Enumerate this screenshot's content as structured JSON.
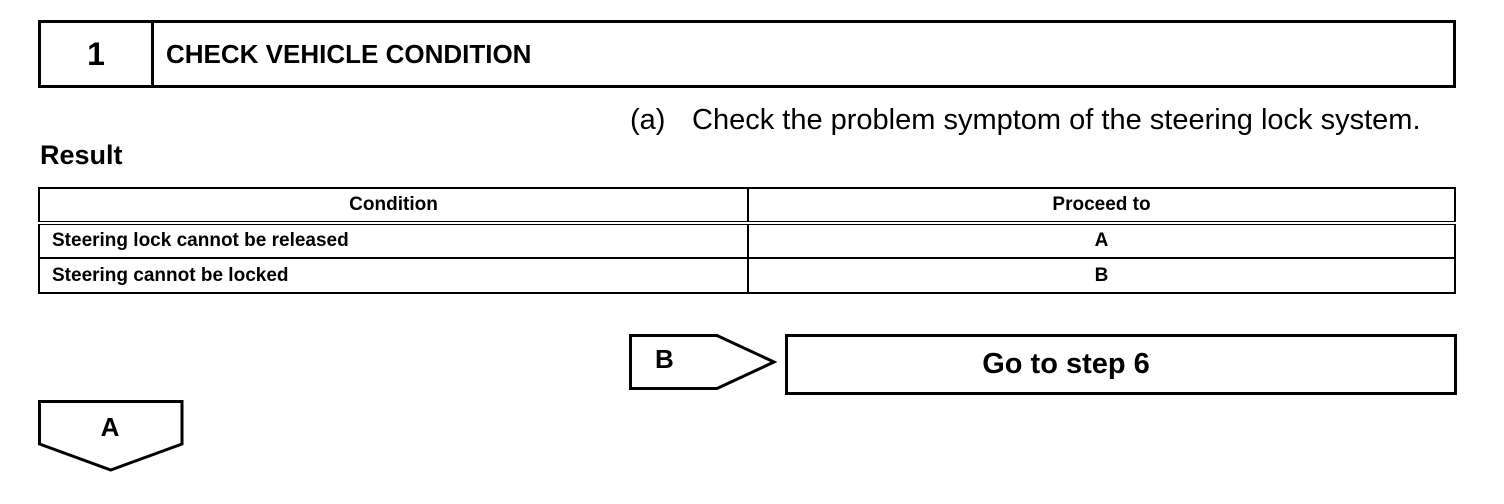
{
  "step": {
    "number": "1",
    "title": "CHECK VEHICLE CONDITION"
  },
  "instruction": {
    "marker": "(a)",
    "text": "Check the problem symptom of the steering lock system."
  },
  "result": {
    "heading": "Result",
    "columns": [
      "Condition",
      "Proceed to"
    ],
    "rows": [
      {
        "condition": "Steering lock cannot be released",
        "proceed": "A"
      },
      {
        "condition": "Steering cannot be locked",
        "proceed": "B"
      }
    ]
  },
  "branch_b": {
    "label": "B",
    "goto": "Go to step 6"
  },
  "branch_a": {
    "label": "A"
  }
}
